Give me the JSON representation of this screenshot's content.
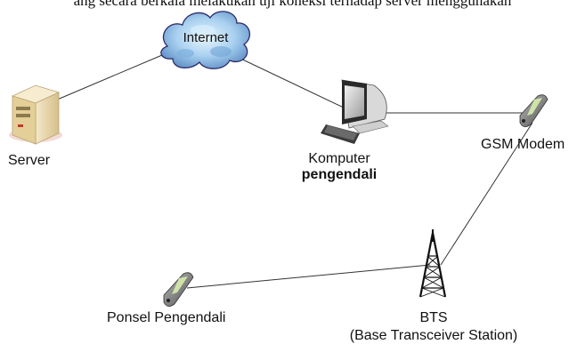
{
  "page_header": {
    "text": "ang secara berkala melakukan uji koneksi terhadap server menggunakan"
  },
  "nodes": {
    "internet": {
      "label": "Internet"
    },
    "server": {
      "label": "Server"
    },
    "komputer": {
      "label_line1": "Komputer",
      "label_line2": "pengendali"
    },
    "gsm_modem": {
      "label": "GSM Modem"
    },
    "bts": {
      "label_line1": "BTS",
      "label_line2": "(Base Transceiver Station)"
    },
    "ponsel": {
      "label": "Ponsel Pengendali"
    }
  },
  "links": [
    {
      "from": "server",
      "to": "internet"
    },
    {
      "from": "internet",
      "to": "komputer"
    },
    {
      "from": "komputer",
      "to": "gsm_modem"
    },
    {
      "from": "gsm_modem",
      "to": "bts"
    },
    {
      "from": "bts",
      "to": "ponsel"
    }
  ],
  "colors": {
    "line": "#333333",
    "cloud_fill": "#9cc7e6",
    "cloud_outline": "#2b2b6b",
    "server_body": "#e9d9b0",
    "phone_body": "#7a7a7a"
  }
}
